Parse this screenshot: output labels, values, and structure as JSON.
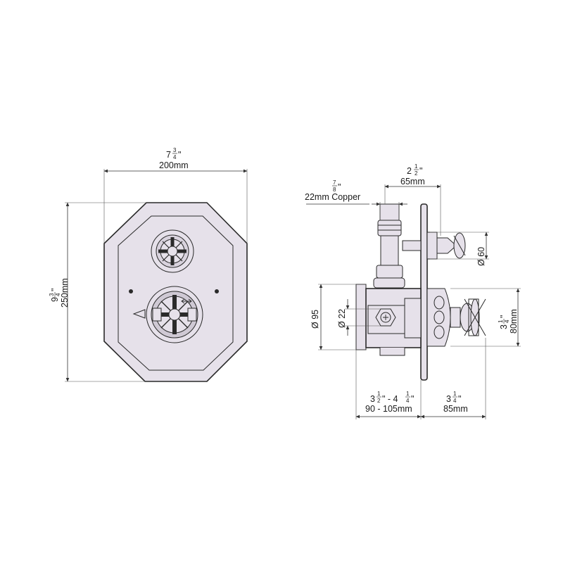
{
  "front_view": {
    "width": {
      "whole": "7",
      "frac_num": "3",
      "frac_den": "4",
      "inch": "\"",
      "metric": "200mm"
    },
    "height": {
      "whole": "9",
      "frac_num": "3",
      "frac_den": "4",
      "inch": "\"",
      "metric": "250mm"
    }
  },
  "side_view": {
    "offset": {
      "whole": "2",
      "frac_num": "1",
      "frac_den": "2",
      "inch": "\"",
      "metric": "65mm"
    },
    "pipe": {
      "frac_num": "7",
      "frac_den": "8",
      "inch": "\"",
      "label": "22mm Copper"
    },
    "small_handle_dia": "Ø 60",
    "body_dia": "Ø 95",
    "inlet_dia": "Ø 22",
    "handle_height": {
      "whole": "3",
      "frac_num": "1",
      "frac_den": "4",
      "inch": "\"",
      "metric": "80mm"
    },
    "depth": {
      "a_whole": "3",
      "a_num": "1",
      "a_den": "2",
      "sep": "\" - 4",
      "b_num": "1",
      "b_den": "4",
      "inch": "\"",
      "metric": "90 - 105mm"
    },
    "projection": {
      "whole": "3",
      "frac_num": "1",
      "frac_den": "4",
      "inch": "\"",
      "metric": "85mm"
    }
  },
  "colors": {
    "fill": "#e6e1ea",
    "line": "#2a2a2a",
    "background": "#ffffff"
  }
}
